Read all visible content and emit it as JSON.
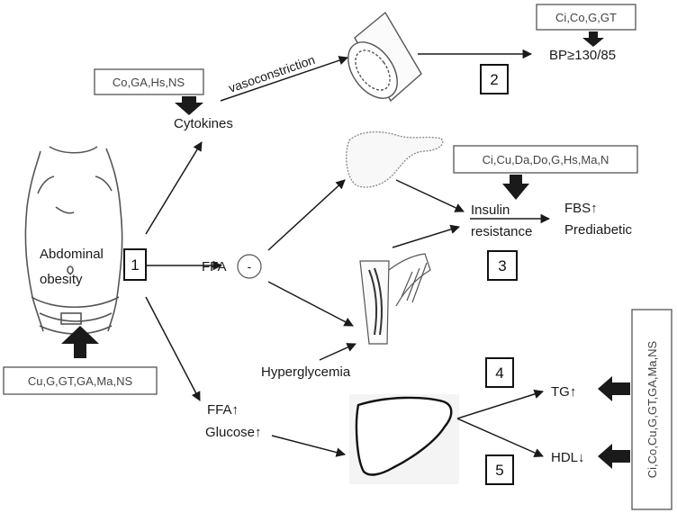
{
  "labels": {
    "abdominal": "Abdominal",
    "obesity": "obesity",
    "cytokines": "Cytokines",
    "vasoconstriction": "vasoconstriction",
    "bp": "BP≥130/85",
    "ffa": "FFA",
    "minus": "-",
    "insulin": "Insulin",
    "resistance": "resistance",
    "fbs": "FBS↑",
    "prediabetic": "Prediabetic",
    "hyperglycemia": "Hyperglycemia",
    "ffa_up": "FFA↑",
    "glucose_up": "Glucose↑",
    "tg": "TG↑",
    "hdl": "HDL↓"
  },
  "boxes": {
    "cytokines_factors": "Co,GA,Hs,NS",
    "bp_factors": "Ci,Co,G,GT",
    "insulin_factors": "Ci,Cu,Da,Do,G,Hs,Ma,N",
    "obesity_factors": "Cu,G,GT,GA,Ma,NS",
    "lipid_factors": "Ci,Co,Cu,G,GT,GA,Ma,NS"
  },
  "numbers": [
    "1",
    "2",
    "3",
    "4",
    "5"
  ]
}
